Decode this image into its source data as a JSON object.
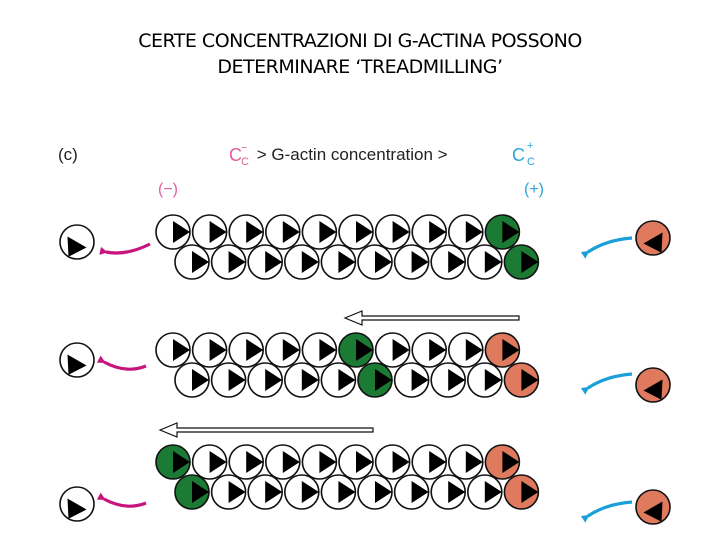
{
  "title": {
    "line1": "CERTE CONCENTRAZIONI DI G-ACTINA POSSONO",
    "line2": "DETERMINARE ‘TREADMILLING’"
  },
  "figure": {
    "panel_label": "(c)",
    "equation": {
      "cc": "C",
      "sub": "C",
      "minus_sup": "−",
      "plus_sup": "+",
      "middle_text": " > G-actin concentration > "
    },
    "minus_end_label": "(−)",
    "plus_end_label": "(+)",
    "colors": {
      "old_subunit": "#ffffff",
      "marked_subunit": "#1b7a33",
      "new_subunit": "#e07a5f",
      "loss_arrow": "#c8157e",
      "gain_arrow": "#1a9fd8",
      "label_accent": "#e0609e",
      "plus_accent": "#2aa6d9"
    },
    "rows": [
      {
        "stage": 1,
        "top_green_index": 9,
        "bottom_green_index": 9,
        "movement_arrow": false
      },
      {
        "stage": 2,
        "top_green_index": 5,
        "bottom_green_index": 5,
        "movement_arrow": true
      },
      {
        "stage": 3,
        "top_green_index": 0,
        "bottom_green_index": 0,
        "movement_arrow": true
      }
    ]
  }
}
